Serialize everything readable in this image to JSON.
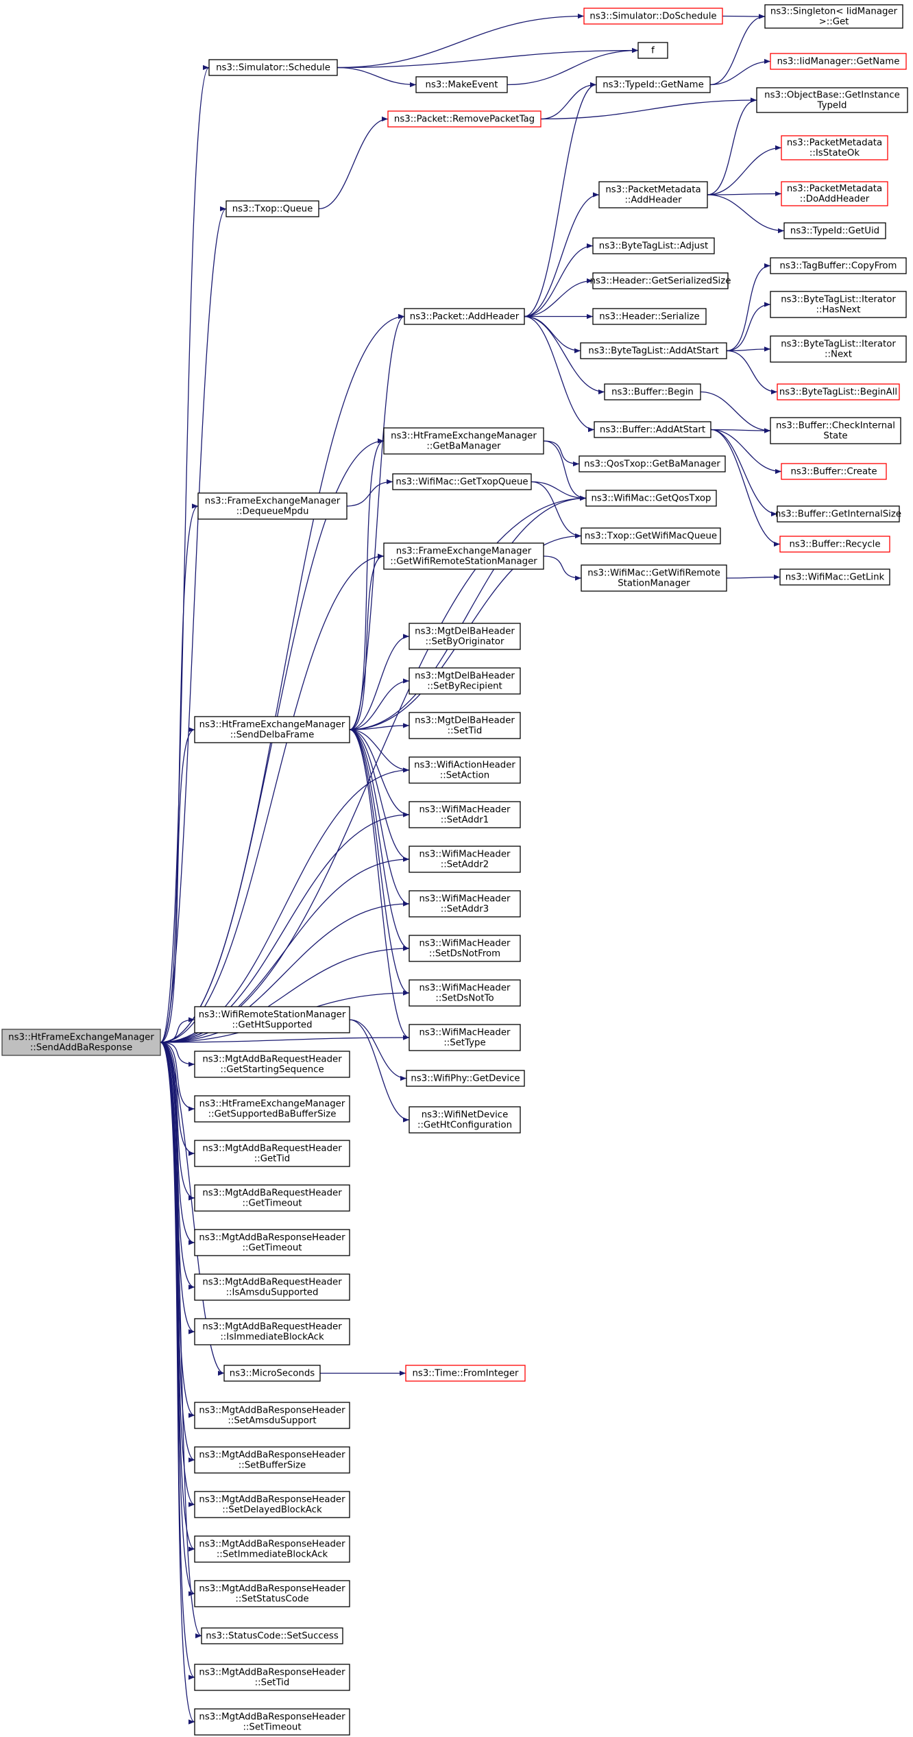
{
  "colors": {
    "edge": "#191970",
    "node_border": "#000000",
    "truncated_node_border": "#ff0000",
    "root_fill": "#bfbfbf",
    "background": "#ffffff"
  },
  "root": "root",
  "nodes": [
    {
      "id": "root",
      "lines": [
        "ns3::HtFrameExchangeManager",
        "::SendAddBaResponse"
      ],
      "style": "root"
    },
    {
      "id": "simSchedule",
      "lines": [
        "ns3::Simulator::Schedule"
      ],
      "style": "normal"
    },
    {
      "id": "doSchedule",
      "lines": [
        "ns3::Simulator::DoSchedule"
      ],
      "style": "red"
    },
    {
      "id": "singletonGet",
      "lines": [
        "ns3::Singleton< IidManager",
        " >::Get"
      ],
      "style": "normal"
    },
    {
      "id": "f",
      "lines": [
        "f"
      ],
      "style": "normal"
    },
    {
      "id": "makeEvent",
      "lines": [
        "ns3::MakeEvent"
      ],
      "style": "normal"
    },
    {
      "id": "iidGetName",
      "lines": [
        "ns3::IidManager::GetName"
      ],
      "style": "red"
    },
    {
      "id": "typeIdGetName",
      "lines": [
        "ns3::TypeId::GetName"
      ],
      "style": "normal"
    },
    {
      "id": "removePacketTag",
      "lines": [
        "ns3::Packet::RemovePacketTag"
      ],
      "style": "red"
    },
    {
      "id": "getInstanceTypeId",
      "lines": [
        "ns3::ObjectBase::GetInstance",
        "TypeId"
      ],
      "style": "normal"
    },
    {
      "id": "isStateOk",
      "lines": [
        "ns3::PacketMetadata",
        "::IsStateOk"
      ],
      "style": "red"
    },
    {
      "id": "pmAddHeader",
      "lines": [
        "ns3::PacketMetadata",
        "::AddHeader"
      ],
      "style": "normal"
    },
    {
      "id": "doAddHeader",
      "lines": [
        "ns3::PacketMetadata",
        "::DoAddHeader"
      ],
      "style": "red"
    },
    {
      "id": "txopQueue",
      "lines": [
        "ns3::Txop::Queue"
      ],
      "style": "normal"
    },
    {
      "id": "getUid",
      "lines": [
        "ns3::TypeId::GetUid"
      ],
      "style": "normal"
    },
    {
      "id": "btlAdjust",
      "lines": [
        "ns3::ByteTagList::Adjust"
      ],
      "style": "normal"
    },
    {
      "id": "tagCopyFrom",
      "lines": [
        "ns3::TagBuffer::CopyFrom"
      ],
      "style": "normal"
    },
    {
      "id": "getSerializedSize",
      "lines": [
        "ns3::Header::GetSerializedSize"
      ],
      "style": "normal"
    },
    {
      "id": "hasNext",
      "lines": [
        "ns3::ByteTagList::Iterator",
        "::HasNext"
      ],
      "style": "normal"
    },
    {
      "id": "packetAddHeader",
      "lines": [
        "ns3::Packet::AddHeader"
      ],
      "style": "normal"
    },
    {
      "id": "headerSerialize",
      "lines": [
        "ns3::Header::Serialize"
      ],
      "style": "normal"
    },
    {
      "id": "btlAddAtStart",
      "lines": [
        "ns3::ByteTagList::AddAtStart"
      ],
      "style": "normal"
    },
    {
      "id": "iterNext",
      "lines": [
        "ns3::ByteTagList::Iterator",
        "::Next"
      ],
      "style": "normal"
    },
    {
      "id": "bufferBegin",
      "lines": [
        "ns3::Buffer::Begin"
      ],
      "style": "normal"
    },
    {
      "id": "beginAll",
      "lines": [
        "ns3::ByteTagList::BeginAll"
      ],
      "style": "red"
    },
    {
      "id": "bufferAddAtStart",
      "lines": [
        "ns3::Buffer::AddAtStart"
      ],
      "style": "normal"
    },
    {
      "id": "checkInternalState",
      "lines": [
        "ns3::Buffer::CheckInternal",
        "State"
      ],
      "style": "normal"
    },
    {
      "id": "getBaManagerHt",
      "lines": [
        "ns3::HtFrameExchangeManager",
        "::GetBaManager"
      ],
      "style": "normal"
    },
    {
      "id": "qosGetBaManager",
      "lines": [
        "ns3::QosTxop::GetBaManager"
      ],
      "style": "normal"
    },
    {
      "id": "bufferCreate",
      "lines": [
        "ns3::Buffer::Create"
      ],
      "style": "red"
    },
    {
      "id": "getTxopQueue",
      "lines": [
        "ns3::WifiMac::GetTxopQueue"
      ],
      "style": "normal"
    },
    {
      "id": "dequeueMpdu",
      "lines": [
        "ns3::FrameExchangeManager",
        "::DequeueMpdu"
      ],
      "style": "normal"
    },
    {
      "id": "getQosTxop",
      "lines": [
        "ns3::WifiMac::GetQosTxop"
      ],
      "style": "normal"
    },
    {
      "id": "getInternalSize",
      "lines": [
        "ns3::Buffer::GetInternalSize"
      ],
      "style": "normal"
    },
    {
      "id": "bufferRecycle",
      "lines": [
        "ns3::Buffer::Recycle"
      ],
      "style": "red"
    },
    {
      "id": "txopGetWifiMacQueue",
      "lines": [
        "ns3::Txop::GetWifiMacQueue"
      ],
      "style": "normal"
    },
    {
      "id": "femGetRsm",
      "lines": [
        "ns3::FrameExchangeManager",
        "::GetWifiRemoteStationManager"
      ],
      "style": "normal"
    },
    {
      "id": "macGetRsm",
      "lines": [
        "ns3::WifiMac::GetWifiRemote",
        "StationManager"
      ],
      "style": "normal"
    },
    {
      "id": "getLink",
      "lines": [
        "ns3::WifiMac::GetLink"
      ],
      "style": "normal"
    },
    {
      "id": "setByOriginator",
      "lines": [
        "ns3::MgtDelBaHeader",
        "::SetByOriginator"
      ],
      "style": "normal"
    },
    {
      "id": "setByRecipient",
      "lines": [
        "ns3::MgtDelBaHeader",
        "::SetByRecipient"
      ],
      "style": "normal"
    },
    {
      "id": "sendDelbaFrame",
      "lines": [
        "ns3::HtFrameExchangeManager",
        "::SendDelbaFrame"
      ],
      "style": "normal"
    },
    {
      "id": "delbaSetTid",
      "lines": [
        "ns3::MgtDelBaHeader",
        "::SetTid"
      ],
      "style": "normal"
    },
    {
      "id": "setAction",
      "lines": [
        "ns3::WifiActionHeader",
        "::SetAction"
      ],
      "style": "normal"
    },
    {
      "id": "setAddr1",
      "lines": [
        "ns3::WifiMacHeader",
        "::SetAddr1"
      ],
      "style": "normal"
    },
    {
      "id": "setAddr2",
      "lines": [
        "ns3::WifiMacHeader",
        "::SetAddr2"
      ],
      "style": "normal"
    },
    {
      "id": "setAddr3",
      "lines": [
        "ns3::WifiMacHeader",
        "::SetAddr3"
      ],
      "style": "normal"
    },
    {
      "id": "setDsNotFrom",
      "lines": [
        "ns3::WifiMacHeader",
        "::SetDsNotFrom"
      ],
      "style": "normal"
    },
    {
      "id": "setDsNotTo",
      "lines": [
        "ns3::WifiMacHeader",
        "::SetDsNotTo"
      ],
      "style": "normal"
    },
    {
      "id": "rsmGetHtSupported",
      "lines": [
        "ns3::WifiRemoteStationManager",
        "::GetHtSupported"
      ],
      "style": "normal"
    },
    {
      "id": "setType",
      "lines": [
        "ns3::WifiMacHeader",
        "::SetType"
      ],
      "style": "normal"
    },
    {
      "id": "getStartingSequence",
      "lines": [
        "ns3::MgtAddBaRequestHeader",
        "::GetStartingSequence"
      ],
      "style": "normal"
    },
    {
      "id": "phyGetDevice",
      "lines": [
        "ns3::WifiPhy::GetDevice"
      ],
      "style": "normal"
    },
    {
      "id": "getSupportedBaBufferSize",
      "lines": [
        "ns3::HtFrameExchangeManager",
        "::GetSupportedBaBufferSize"
      ],
      "style": "normal"
    },
    {
      "id": "getHtConfiguration",
      "lines": [
        "ns3::WifiNetDevice",
        "::GetHtConfiguration"
      ],
      "style": "normal"
    },
    {
      "id": "reqGetTid",
      "lines": [
        "ns3::MgtAddBaRequestHeader",
        "::GetTid"
      ],
      "style": "normal"
    },
    {
      "id": "reqGetTimeout",
      "lines": [
        "ns3::MgtAddBaRequestHeader",
        "::GetTimeout"
      ],
      "style": "normal"
    },
    {
      "id": "respGetTimeout",
      "lines": [
        "ns3::MgtAddBaResponseHeader",
        "::GetTimeout"
      ],
      "style": "normal"
    },
    {
      "id": "isAmsduSupported",
      "lines": [
        "ns3::MgtAddBaRequestHeader",
        "::IsAmsduSupported"
      ],
      "style": "normal"
    },
    {
      "id": "isImmediateBlockAck",
      "lines": [
        "ns3::MgtAddBaRequestHeader",
        "::IsImmediateBlockAck"
      ],
      "style": "normal"
    },
    {
      "id": "microSeconds",
      "lines": [
        "ns3::MicroSeconds"
      ],
      "style": "normal"
    },
    {
      "id": "timeFromInteger",
      "lines": [
        "ns3::Time::FromInteger"
      ],
      "style": "red"
    },
    {
      "id": "setAmsduSupport",
      "lines": [
        "ns3::MgtAddBaResponseHeader",
        "::SetAmsduSupport"
      ],
      "style": "normal"
    },
    {
      "id": "setBufferSize",
      "lines": [
        "ns3::MgtAddBaResponseHeader",
        "::SetBufferSize"
      ],
      "style": "normal"
    },
    {
      "id": "setDelayedBlockAck",
      "lines": [
        "ns3::MgtAddBaResponseHeader",
        "::SetDelayedBlockAck"
      ],
      "style": "normal"
    },
    {
      "id": "setImmediateBlockAck",
      "lines": [
        "ns3::MgtAddBaResponseHeader",
        "::SetImmediateBlockAck"
      ],
      "style": "normal"
    },
    {
      "id": "setStatusCode",
      "lines": [
        "ns3::MgtAddBaResponseHeader",
        "::SetStatusCode"
      ],
      "style": "normal"
    },
    {
      "id": "setSuccess",
      "lines": [
        "ns3::StatusCode::SetSuccess"
      ],
      "style": "normal"
    },
    {
      "id": "respSetTid",
      "lines": [
        "ns3::MgtAddBaResponseHeader",
        "::SetTid"
      ],
      "style": "normal"
    },
    {
      "id": "respSetTimeout",
      "lines": [
        "ns3::MgtAddBaResponseHeader",
        "::SetTimeout"
      ],
      "style": "normal"
    }
  ],
  "edges": [
    [
      "root",
      "simSchedule"
    ],
    [
      "root",
      "txopQueue"
    ],
    [
      "root",
      "packetAddHeader"
    ],
    [
      "root",
      "getQosTxop"
    ],
    [
      "root",
      "getBaManagerHt"
    ],
    [
      "root",
      "dequeueMpdu"
    ],
    [
      "root",
      "femGetRsm"
    ],
    [
      "root",
      "sendDelbaFrame"
    ],
    [
      "root",
      "setAction"
    ],
    [
      "root",
      "setAddr1"
    ],
    [
      "root",
      "setAddr2"
    ],
    [
      "root",
      "setAddr3"
    ],
    [
      "root",
      "setDsNotFrom"
    ],
    [
      "root",
      "setDsNotTo"
    ],
    [
      "root",
      "setType"
    ],
    [
      "root",
      "rsmGetHtSupported"
    ],
    [
      "root",
      "getStartingSequence"
    ],
    [
      "root",
      "getSupportedBaBufferSize"
    ],
    [
      "root",
      "reqGetTid"
    ],
    [
      "root",
      "reqGetTimeout"
    ],
    [
      "root",
      "respGetTimeout"
    ],
    [
      "root",
      "isAmsduSupported"
    ],
    [
      "root",
      "isImmediateBlockAck"
    ],
    [
      "root",
      "microSeconds"
    ],
    [
      "root",
      "setAmsduSupport"
    ],
    [
      "root",
      "setBufferSize"
    ],
    [
      "root",
      "setDelayedBlockAck"
    ],
    [
      "root",
      "setImmediateBlockAck"
    ],
    [
      "root",
      "setStatusCode"
    ],
    [
      "root",
      "setSuccess"
    ],
    [
      "root",
      "respSetTid"
    ],
    [
      "root",
      "respSetTimeout"
    ],
    [
      "simSchedule",
      "doSchedule"
    ],
    [
      "simSchedule",
      "f"
    ],
    [
      "simSchedule",
      "makeEvent"
    ],
    [
      "doSchedule",
      "singletonGet"
    ],
    [
      "makeEvent",
      "f"
    ],
    [
      "typeIdGetName",
      "singletonGet"
    ],
    [
      "typeIdGetName",
      "iidGetName"
    ],
    [
      "txopQueue",
      "removePacketTag"
    ],
    [
      "removePacketTag",
      "typeIdGetName"
    ],
    [
      "removePacketTag",
      "getInstanceTypeId"
    ],
    [
      "pmAddHeader",
      "getInstanceTypeId"
    ],
    [
      "pmAddHeader",
      "isStateOk"
    ],
    [
      "pmAddHeader",
      "doAddHeader"
    ],
    [
      "pmAddHeader",
      "getUid"
    ],
    [
      "packetAddHeader",
      "typeIdGetName"
    ],
    [
      "packetAddHeader",
      "pmAddHeader"
    ],
    [
      "packetAddHeader",
      "btlAdjust"
    ],
    [
      "packetAddHeader",
      "getSerializedSize"
    ],
    [
      "packetAddHeader",
      "headerSerialize"
    ],
    [
      "packetAddHeader",
      "btlAddAtStart"
    ],
    [
      "packetAddHeader",
      "bufferBegin"
    ],
    [
      "packetAddHeader",
      "bufferAddAtStart"
    ],
    [
      "btlAddAtStart",
      "tagCopyFrom"
    ],
    [
      "btlAddAtStart",
      "hasNext"
    ],
    [
      "btlAddAtStart",
      "iterNext"
    ],
    [
      "btlAddAtStart",
      "beginAll"
    ],
    [
      "bufferBegin",
      "checkInternalState"
    ],
    [
      "bufferAddAtStart",
      "checkInternalState"
    ],
    [
      "bufferAddAtStart",
      "bufferCreate"
    ],
    [
      "bufferAddAtStart",
      "getInternalSize"
    ],
    [
      "bufferAddAtStart",
      "bufferRecycle"
    ],
    [
      "getBaManagerHt",
      "qosGetBaManager"
    ],
    [
      "getBaManagerHt",
      "getQosTxop"
    ],
    [
      "dequeueMpdu",
      "getTxopQueue"
    ],
    [
      "getTxopQueue",
      "getQosTxop"
    ],
    [
      "getTxopQueue",
      "txopGetWifiMacQueue"
    ],
    [
      "femGetRsm",
      "macGetRsm"
    ],
    [
      "macGetRsm",
      "getLink"
    ],
    [
      "sendDelbaFrame",
      "packetAddHeader"
    ],
    [
      "sendDelbaFrame",
      "getBaManagerHt"
    ],
    [
      "sendDelbaFrame",
      "getQosTxop"
    ],
    [
      "sendDelbaFrame",
      "txopGetWifiMacQueue"
    ],
    [
      "sendDelbaFrame",
      "femGetRsm"
    ],
    [
      "sendDelbaFrame",
      "setByOriginator"
    ],
    [
      "sendDelbaFrame",
      "setByRecipient"
    ],
    [
      "sendDelbaFrame",
      "delbaSetTid"
    ],
    [
      "sendDelbaFrame",
      "setAction"
    ],
    [
      "sendDelbaFrame",
      "setAddr1"
    ],
    [
      "sendDelbaFrame",
      "setAddr2"
    ],
    [
      "sendDelbaFrame",
      "setAddr3"
    ],
    [
      "sendDelbaFrame",
      "setDsNotFrom"
    ],
    [
      "sendDelbaFrame",
      "setDsNotTo"
    ],
    [
      "sendDelbaFrame",
      "setType"
    ],
    [
      "rsmGetHtSupported",
      "phyGetDevice"
    ],
    [
      "rsmGetHtSupported",
      "getHtConfiguration"
    ],
    [
      "microSeconds",
      "timeFromInteger"
    ]
  ]
}
